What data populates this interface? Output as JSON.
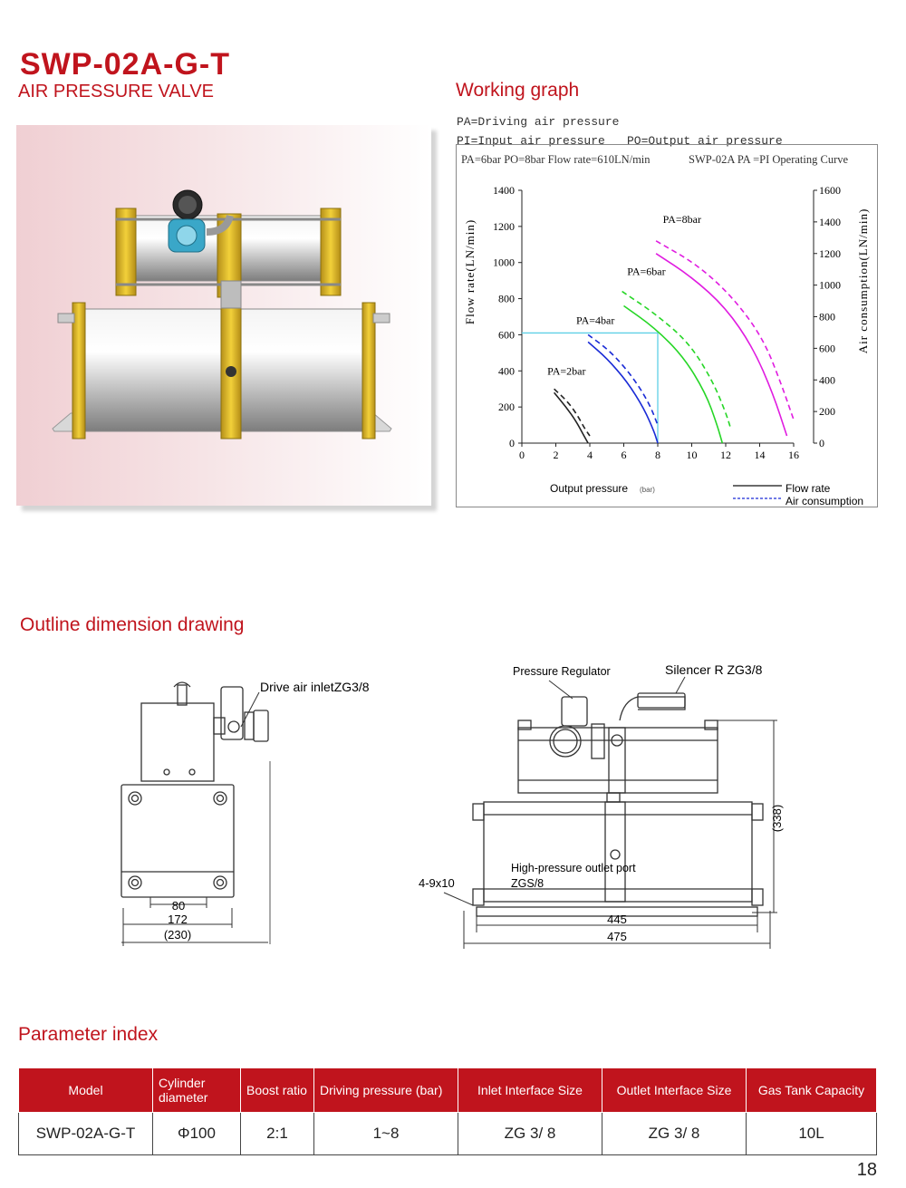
{
  "header": {
    "model_title": "SWP-02A-G-T",
    "subtitle": "AIR PRESSURE VALVE"
  },
  "sections": {
    "working_graph": "Working graph",
    "outline": "Outline dimension drawing",
    "parameters": "Parameter index"
  },
  "graph_legend": {
    "pa": "PA=Driving air pressure",
    "pi": "PI=Input air pressure",
    "po": "PO=Output air pressure"
  },
  "graph": {
    "header_left": "PA=6bar PO=8bar  Flow rate=610LN/min",
    "header_right": "SWP-02A PA =PI Operating Curve",
    "y_left_label": "Flow rate(LN/min)",
    "y_right_label": "Air consumption(LN/min)",
    "x_label": "Output pressure",
    "x_unit": "(bar)",
    "legend_flow": "Flow rate",
    "legend_air": "Air consumption",
    "curve_labels": [
      "PA=2bar",
      "PA=4bar",
      "PA=6bar",
      "PA=8bar"
    ]
  },
  "chart_data": {
    "type": "line",
    "title": "SWP-02A PA =PI Operating Curve",
    "xlabel": "Output pressure (bar)",
    "ylabel": "Flow rate(LN/min)",
    "y2label": "Air consumption(LN/min)",
    "xlim": [
      0,
      16
    ],
    "ylim": [
      0,
      1400
    ],
    "y2lim": [
      0,
      1600
    ],
    "x_ticks": [
      0,
      2,
      4,
      6,
      8,
      10,
      12,
      14,
      16
    ],
    "y_ticks": [
      0,
      200,
      400,
      600,
      800,
      1000,
      1200,
      1400
    ],
    "y2_ticks": [
      0,
      200,
      400,
      600,
      800,
      1000,
      1200,
      1400,
      1600
    ],
    "grid": false,
    "legend": "bottom-right",
    "series": [
      {
        "name": "PA=2bar",
        "style": "solid",
        "color": "#222222",
        "x": [
          1.9,
          2.6,
          3.2,
          3.6,
          3.9
        ],
        "y": [
          280,
          200,
          120,
          50,
          0
        ]
      },
      {
        "name": "PA=2bar",
        "style": "dashed",
        "color": "#222222",
        "x": [
          1.9,
          2.7,
          3.3,
          3.7,
          4.0
        ],
        "y": [
          300,
          230,
          150,
          80,
          40
        ]
      },
      {
        "name": "PA=4bar",
        "style": "solid",
        "color": "#1a2bd6",
        "x": [
          3.9,
          5.0,
          6.2,
          7.2,
          7.8,
          8.0
        ],
        "y": [
          560,
          470,
          340,
          190,
          60,
          0
        ]
      },
      {
        "name": "PA=4bar",
        "style": "dashed",
        "color": "#1a2bd6",
        "x": [
          3.9,
          5.2,
          6.5,
          7.5,
          8.0
        ],
        "y": [
          600,
          510,
          370,
          220,
          100
        ]
      },
      {
        "name": "PA=6bar",
        "style": "solid",
        "color": "#26d626",
        "x": [
          6.0,
          7.8,
          9.5,
          10.8,
          11.5,
          11.8
        ],
        "y": [
          760,
          640,
          480,
          280,
          100,
          0
        ]
      },
      {
        "name": "PA=6bar",
        "style": "dashed",
        "color": "#26d626",
        "x": [
          5.9,
          7.8,
          9.8,
          11.2,
          12.0,
          12.3
        ],
        "y": [
          840,
          720,
          560,
          350,
          170,
          80
        ]
      },
      {
        "name": "PA=8bar",
        "style": "solid",
        "color": "#e01ce0",
        "x": [
          7.9,
          10.0,
          12.0,
          13.6,
          14.8,
          15.6
        ],
        "y": [
          1050,
          920,
          750,
          530,
          270,
          40
        ]
      },
      {
        "name": "PA=8bar",
        "style": "dashed",
        "color": "#e01ce0",
        "x": [
          7.9,
          10.3,
          12.4,
          14.2,
          15.3,
          16.0
        ],
        "y": [
          1120,
          990,
          810,
          580,
          320,
          130
        ]
      }
    ],
    "annotation": {
      "x": 8,
      "y": 610,
      "label": "PA=6bar PO=8bar Flow rate=610LN/min"
    }
  },
  "drawing": {
    "drive_air_inlet": "Drive air inletZG3/8",
    "pressure_regulator": "Pressure Regulator",
    "silencer": "Silencer R  ZG3/8",
    "height_dim": "(338)",
    "outlet_port_1": "High-pressure outlet port",
    "outlet_port_2": "ZGS/8",
    "holes": "4-9x10",
    "dim_80": "80",
    "dim_172": "172",
    "dim_230": "(230)",
    "dim_445": "445",
    "dim_475": "475"
  },
  "table": {
    "headers": [
      "Model",
      "Cylinder diameter",
      "Boost ratio",
      "Driving pressure (bar)",
      "Inlet Interface Size",
      "Outlet Interface Size",
      "Gas Tank Capacity"
    ],
    "rows": [
      [
        "SWP-02A-G-T",
        "Φ100",
        "2:1",
        "1~8",
        "ZG 3/ 8",
        "ZG 3/ 8",
        "10L"
      ]
    ]
  },
  "page_number": "18",
  "colors": {
    "brand_red": "#c0141d",
    "frame_yellow": "#e8c22a"
  }
}
